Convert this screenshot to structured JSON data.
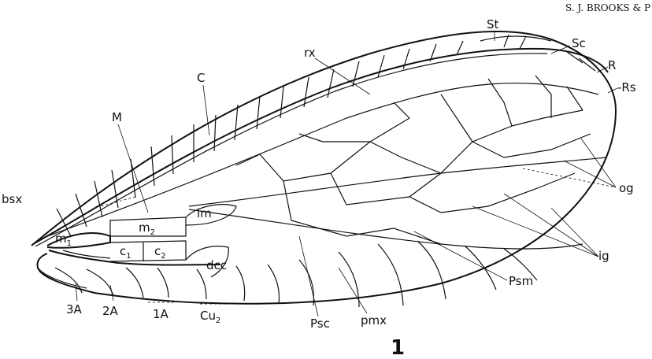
{
  "header": {
    "running_head": "S. J. BROOKS & P"
  },
  "figure_number": "1",
  "labels": {
    "St": "St",
    "Sc": "Sc",
    "R": "R",
    "Rs": "-Rs",
    "rx": "rx",
    "C": "C",
    "M": "M",
    "bsx": "bsx",
    "og": "og",
    "ig": "ig",
    "Psm": "Psm",
    "Psc": "Psc",
    "pmx": "pmx",
    "dcc": "dcc",
    "im": "im",
    "m1": "m",
    "m1_sub": "1",
    "m2": "m",
    "m2_sub": "2",
    "c1": "c",
    "c1_sub": "1",
    "c2": "c",
    "c2_sub": "2",
    "A3": "3A",
    "A2": "2A",
    "A1": "1A",
    "Cu2": "Cu",
    "Cu2_sub": "2"
  }
}
